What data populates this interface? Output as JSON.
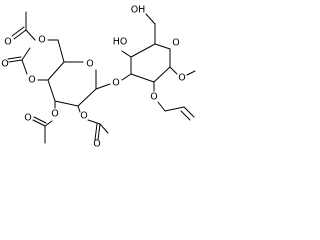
{
  "molecule": {
    "description_atoms": {
      "upper_ring_oxygen": "O",
      "methoxy_oxygen": "O",
      "hydroxyl": "HO",
      "primary_hydroxyl": "OH",
      "glycosidic_oxygen": "O",
      "allyl_oxygen": "O",
      "lower_ring_oxygen": "O",
      "acetate_6_ether_oxygen": "O",
      "acetate_6_carbonyl_oxygen": "O",
      "acetate_4_ether_oxygen": "O",
      "acetate_4_carbonyl_oxygen": "O",
      "acetate_3_ether_oxygen": "O",
      "acetate_3_carbonyl_oxygen": "O",
      "acetate_2_ether_oxygen": "O",
      "acetate_2_carbonyl_oxygen": "O"
    }
  }
}
